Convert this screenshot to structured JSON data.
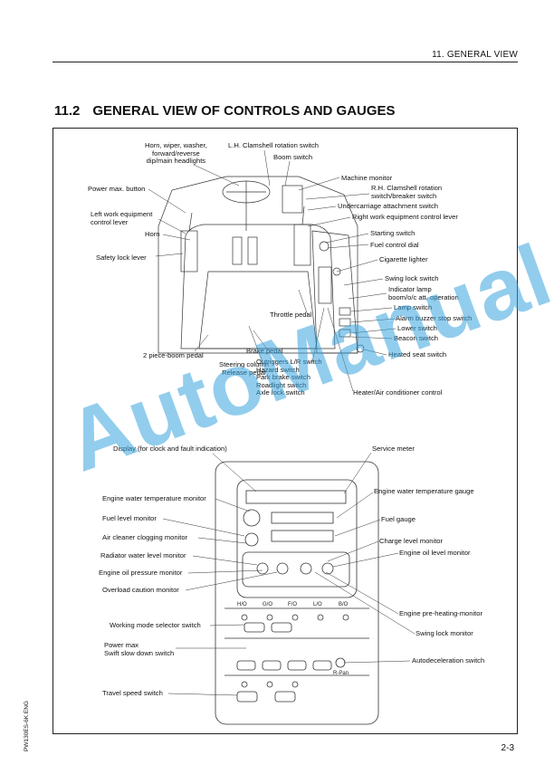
{
  "header": {
    "chapter": "11. GENERAL VIEW"
  },
  "section": {
    "number": "11.2",
    "title": "GENERAL VIEW OF CONTROLS AND GAUGES"
  },
  "upper_labels": {
    "horn_wiper": "Horn, wiper, washer,\nforward/reverse\ndip/main headlights",
    "lh_clamshell": "L.H. Clamshell rotation switch",
    "boom_switch": "Boom switch",
    "machine_monitor": "Machine monitor",
    "rh_clamshell": "R.H. Clamshell rotation\nswitch/breaker switch",
    "power_max_button": "Power max. button",
    "undercarriage": "Undercarriage attachment switch",
    "left_work_lever": "Left work equipment\ncontrol lever",
    "right_work_lever": "Right work equipment control lever",
    "horn": "Horn",
    "starting_switch": "Starting switch",
    "fuel_dial": "Fuel control dial",
    "safety_lock": "Safety lock lever",
    "cigarette_lighter": "Cigarette lighter",
    "swing_lock_switch": "Swing lock switch",
    "indicator_lamp": "Indicator lamp\nboom/o/c att. operation",
    "lamp_switch": "Lamp switch",
    "throttle_pedal": "Throttle pedal",
    "alarm_buzzer": "Alarm buzzer stop switch",
    "lower_switch": "Lower switch",
    "beacon_switch": "Beacon switch",
    "two_piece_boom": "2 piece-boom pedal",
    "brake_pedal": "Brake pedal",
    "heated_seat": "Heated seat switch",
    "steering_column": "Steering column\nRelease pedal",
    "outriggers_group": "Outriggers L/R switch\nHazard switch\nPark brake switch\nRoadlight switch\nAxle lock switch",
    "heater_ac": "Heater/Air conditioner control"
  },
  "lower_labels": {
    "display": "Display (for clock and fault indication)",
    "service_meter": "Service meter",
    "eng_water_temp_monitor": "Engine water temperature monitor",
    "eng_water_temp_gauge": "Engine water temperature gauge",
    "fuel_level_monitor": "Fuel level monitor",
    "fuel_gauge": "Fuel gauge",
    "air_cleaner": "Air cleaner clogging monitor",
    "charge_level": "Charge level monitor",
    "radiator_water": "Radiator water level monitor",
    "engine_oil_level": "Engine oil level monitor",
    "engine_oil_pressure": "Engine oil pressure monitor",
    "overload_caution": "Overload caution monitor",
    "engine_preheating": "Engine pre-heating-monitor",
    "working_mode": "Working mode selector switch",
    "swing_lock_monitor": "Swing lock monitor",
    "power_max_swift": "Power max\nSwift slow down switch",
    "autodeceleration": "Autodeceleration switch",
    "travel_speed": "Travel speed switch"
  },
  "panel": {
    "mode_buttons": [
      "H/O",
      "G/O",
      "F/O",
      "L/O",
      "B/O"
    ],
    "r_pan": "R-Pan"
  },
  "watermark": "AutoManual",
  "side_code": "PW130ES-6K ENG",
  "page_number": "2-3"
}
